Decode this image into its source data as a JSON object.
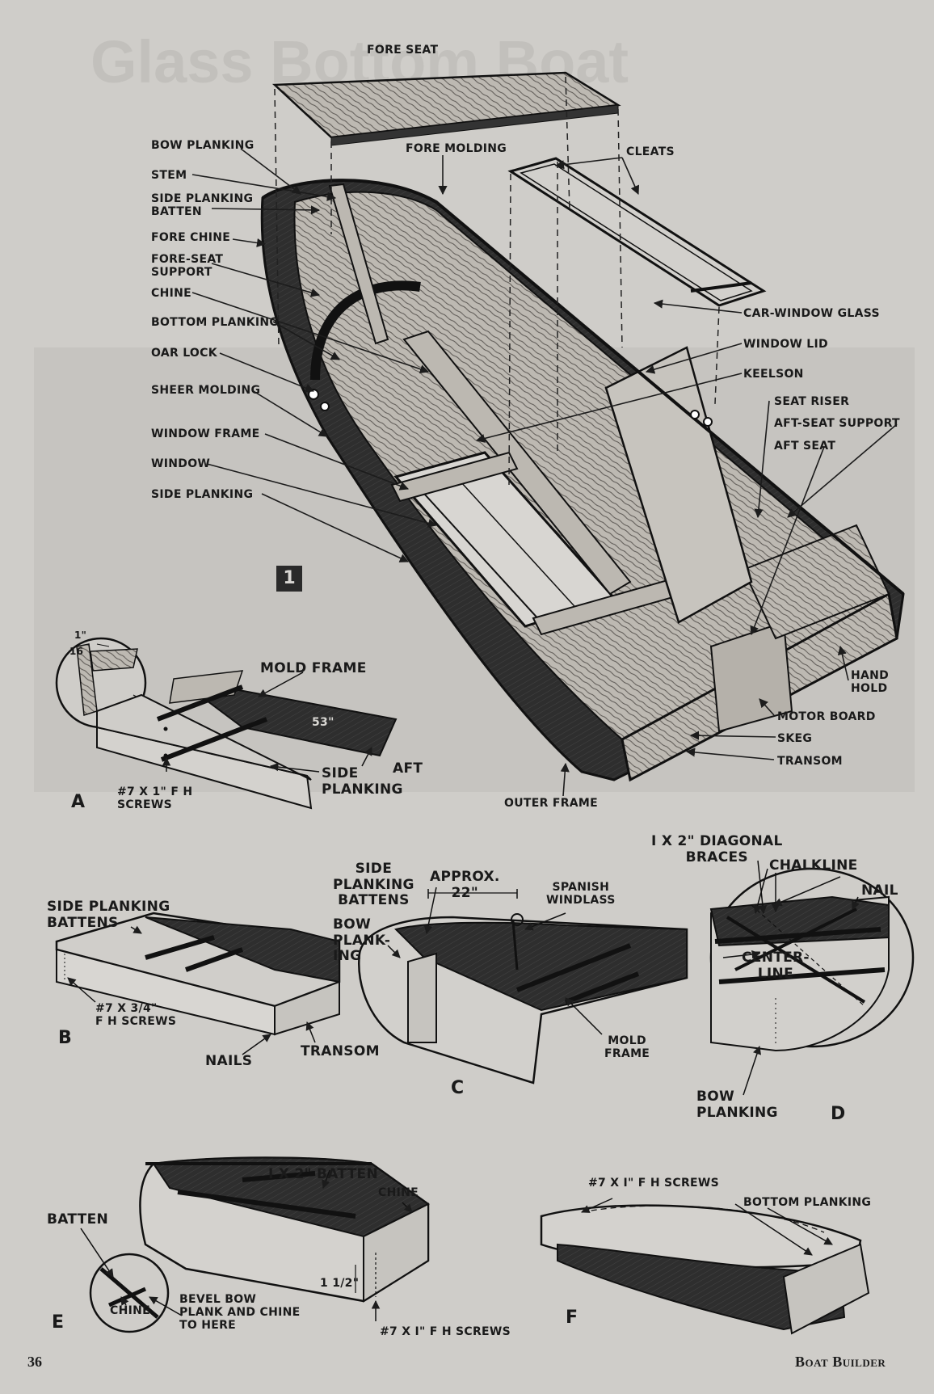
{
  "page": {
    "page_number": "36",
    "publication": "Boat Builder",
    "headline_fragment": "Glass Bottom Boat"
  },
  "figure1": {
    "badge": "1",
    "labels": {
      "fore_seat": "FORE SEAT",
      "bow_planking": "BOW PLANKING",
      "fore_molding": "FORE MOLDING",
      "cleats": "CLEATS",
      "stem": "STEM",
      "side_planking_batten": "SIDE PLANKING\nBATTEN",
      "fore_chine": "FORE CHINE",
      "fore_seat_support": "FORE-SEAT\nSUPPORT",
      "chine": "CHINE",
      "bottom_planking": "BOTTOM PLANKING",
      "car_window_glass": "CAR-WINDOW GLASS",
      "window_lid": "WINDOW LID",
      "oar_lock": "OAR LOCK",
      "keelson": "KEELSON",
      "sheer_molding": "SHEER MOLDING",
      "seat_riser": "SEAT RISER",
      "aft_seat_support": "AFT-SEAT SUPPORT",
      "window_frame": "WINDOW FRAME",
      "aft_seat": "AFT SEAT",
      "window": "WINDOW",
      "side_planking": "SIDE PLANKING",
      "hand_hold": "HAND\nHOLD",
      "motor_board": "MOTOR BOARD",
      "skeg": "SKEG",
      "transom": "TRANSOM",
      "outer_frame": "OUTER FRAME"
    }
  },
  "figureA": {
    "letter": "A",
    "dim_fraction_num": "1\"",
    "dim_fraction_den": "16",
    "mold_frame": "MOLD FRAME",
    "dim_53": "53\"",
    "aft": "AFT",
    "side_planking": "SIDE\nPLANKING",
    "screws": "#7 X 1\" F H\nSCREWS"
  },
  "figureB": {
    "letter": "B",
    "side_planking_battens": "SIDE PLANKING\nBATTENS",
    "screws": "#7 X 3/4\"\nF H SCREWS",
    "nails": "NAILS",
    "transom": "TRANSOM"
  },
  "figureC": {
    "letter": "C",
    "side_planking_battens": "SIDE\nPLANKING\nBATTENS",
    "approx": "APPROX.\n22\"",
    "spanish_windlass": "SPANISH\nWINDLASS",
    "bow_planking": "BOW\nPLANK-\nING",
    "mold_frame": "MOLD\nFRAME"
  },
  "figureD": {
    "letter": "D",
    "diagonal_braces": "I X 2\" DIAGONAL\nBRACES",
    "chalkline": "CHALKLINE",
    "nail": "NAIL",
    "center_line": "CENTER-\nLINE",
    "bow_planking": "BOW\nPLANKING"
  },
  "figureE": {
    "letter": "E",
    "batten_1x2": "I X 2\" BATTEN",
    "chine": "CHINE",
    "batten": "BATTEN",
    "dim": "1 1/2\"",
    "chine_detail": "CHINE",
    "bevel": "BEVEL BOW\nPLANK AND CHINE\nTO HERE",
    "screws": "#7 X I\" F H SCREWS"
  },
  "figureF": {
    "letter": "F",
    "screws": "#7 X I\" F H SCREWS",
    "bottom_planking": "BOTTOM PLANKING"
  },
  "colors": {
    "paper": "#cfcdc9",
    "ink": "#1c1c1c",
    "dark_fill": "#2b2b2b",
    "wood": "#b8b4ad"
  }
}
